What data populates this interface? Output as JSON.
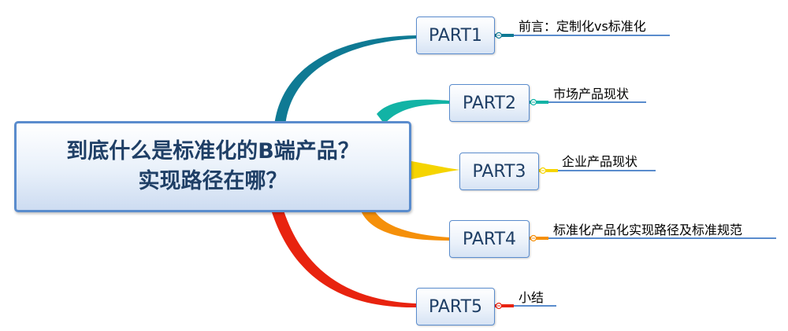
{
  "central": {
    "line1": "到底什么是标准化的B端产品？",
    "line2": "实现路径在哪？"
  },
  "branches": [
    {
      "label": "PART1",
      "topic": "前言：定制化vs标准化",
      "color": "#0f7a94"
    },
    {
      "label": "PART2",
      "topic": "市场产品现状",
      "color": "#12b3a5"
    },
    {
      "label": "PART3",
      "topic": "企业产品现状",
      "color": "#f5d400"
    },
    {
      "label": "PART4",
      "topic": "标准化产品化实现路径及标准规范",
      "color": "#f5900a"
    },
    {
      "label": "PART5",
      "topic": "小结",
      "color": "#e8230f"
    }
  ],
  "colors": {
    "border": "#5a8ccd",
    "text": "#1f3f66",
    "subline": "#5a8ccd"
  }
}
